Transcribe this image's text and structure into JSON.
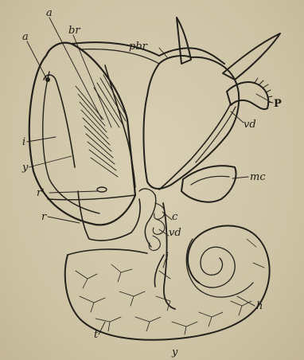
{
  "labels": {
    "a_top": "a",
    "br": "br",
    "a_left": "a",
    "pbr": "pbr",
    "P": "P",
    "vd_right": "vd",
    "i_left": "i",
    "y": "y",
    "mc": "mc",
    "r_prime": "r'",
    "r": "r",
    "c": "c",
    "vd_center": "vd",
    "i_center": "i",
    "h": "h",
    "t": "t",
    "y_bottom": "y"
  },
  "colors": {
    "paper": "#cfc4a7",
    "ink": "#22201b",
    "body_fill": "#e4dcc3"
  }
}
